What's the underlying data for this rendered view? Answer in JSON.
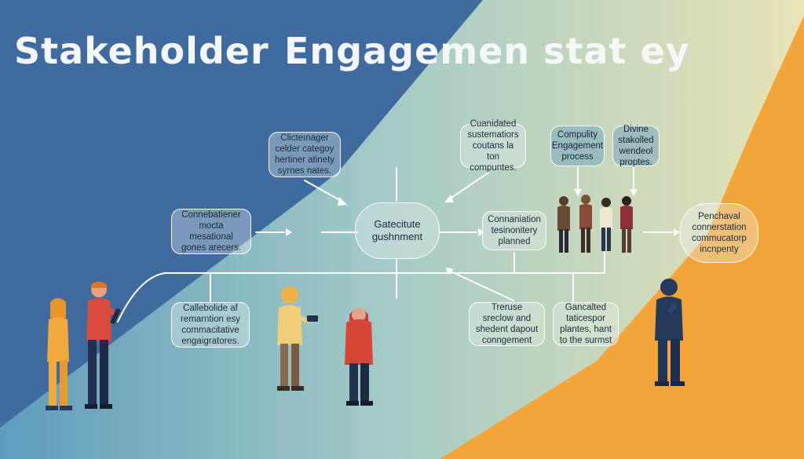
{
  "title": {
    "part1": "Stakeholder",
    "part2": "Engagemen stat ey"
  },
  "colors": {
    "blue": "#3e6a9e",
    "teal": "#9cc6c4",
    "cream": "#e8e3b8",
    "orange": "#f3a53a",
    "line": "#ffffff",
    "navy": "#263a5e"
  },
  "nodes": {
    "clicte_manager": "Clicteınager\ncelder categoy\nhertiner atinety\nsyrnes nates.",
    "cuanidated": "Cuanidated\nsustematiors\ncoutans la ton\ncompuntes.",
    "compuliy": "Compulity\nEngagement\nprocess",
    "divine": "Divine\nstakolled\nwendeol\nproptes.",
    "connebatiener": "Connebatiener\nmocta mesational\ngones arecers.",
    "center": "Gatecitute\ngushnment",
    "connaniation": "Connaniation\ntesinonitery\nplanned",
    "penchaval": "Penchaval\nconnerstation\ncommucatorp\nincnpenty",
    "callebolide": "Callebolide af\nremarntion esy\ncommacitative\nengaigratores.",
    "treruse": "Treruse\nsreclow and\nshedent dapout\nconngement",
    "gancalted": "Gancalted\ntaticespor\nplantes, hant\nto the surmst"
  },
  "icons": [
    "person-figure-icon",
    "tablet-icon",
    "group-of-people-icon"
  ]
}
